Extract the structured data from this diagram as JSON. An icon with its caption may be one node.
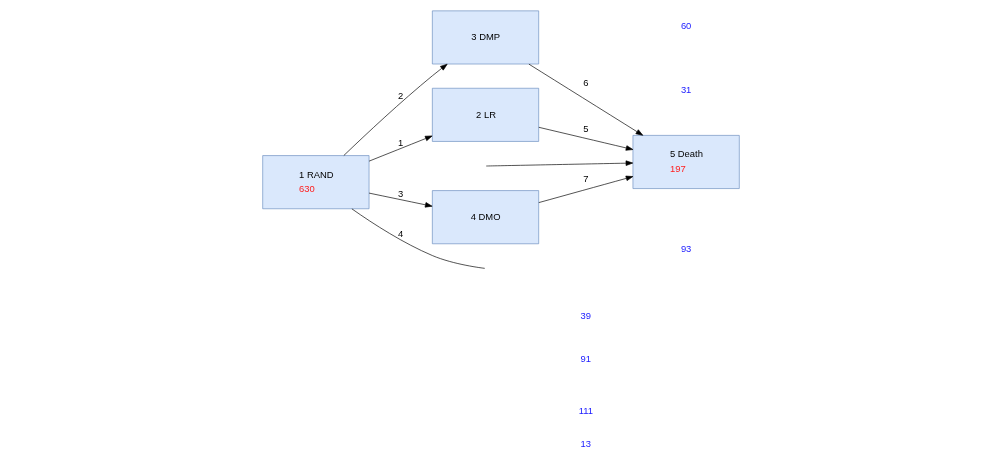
{
  "diagram": {
    "nodes": [
      {
        "text": [
          "1 RAND",
          "630"
        ]
      },
      {
        "text": [
          "2 LR"
        ]
      },
      {
        "text": [
          "3 DMP"
        ]
      },
      {
        "text": [
          "4 DMO"
        ]
      },
      {
        "text": [
          "5 Death",
          "197"
        ]
      }
    ],
    "edges": [
      {
        "from": 0,
        "to": 1,
        "arrow": "to",
        "label": "1"
      },
      {
        "from": 0,
        "to": 2,
        "arrow": "to",
        "label": "2"
      },
      {
        "from": 0,
        "to": 3,
        "arrow": "to",
        "label": "3"
      },
      {
        "from": 0,
        "to": null,
        "arrow": "none",
        "label": "4"
      },
      {
        "from": 1,
        "to": 4,
        "arrow": "to",
        "label": "5"
      },
      {
        "from": 2,
        "to": 4,
        "arrow": "to",
        "label": "6"
      },
      {
        "from": 3,
        "to": 4,
        "arrow": "to",
        "label": "7"
      },
      {
        "from": null,
        "to": 4,
        "arrow": "to"
      }
    ],
    "labels": [
      "39",
      "91",
      "111",
      "13",
      "31",
      "60",
      "93"
    ]
  }
}
